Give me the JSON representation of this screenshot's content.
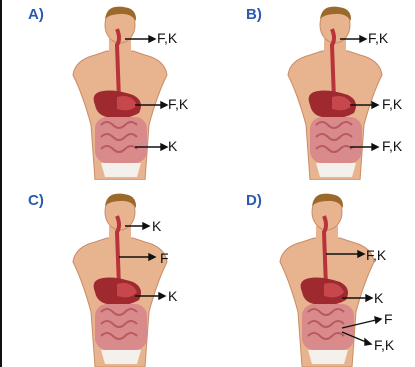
{
  "options": [
    {
      "letter": "A)",
      "labels": [
        "F,K",
        "F,K",
        "K"
      ]
    },
    {
      "letter": "B)",
      "labels": [
        "F,K",
        "F,K",
        "F,K"
      ]
    },
    {
      "letter": "C)",
      "labels": [
        "K",
        "F",
        "K"
      ]
    },
    {
      "letter": "D)",
      "labels": [
        "F,K",
        "K",
        "F",
        "F,K"
      ]
    }
  ],
  "colors": {
    "letter": "#2a5bb0",
    "skin": "#e8b38f",
    "skin_shadow": "#c98c66",
    "hair": "#9b6a2b",
    "organ_red": "#b8333a",
    "intestine": "#d98a8a",
    "arrow": "#111111"
  }
}
